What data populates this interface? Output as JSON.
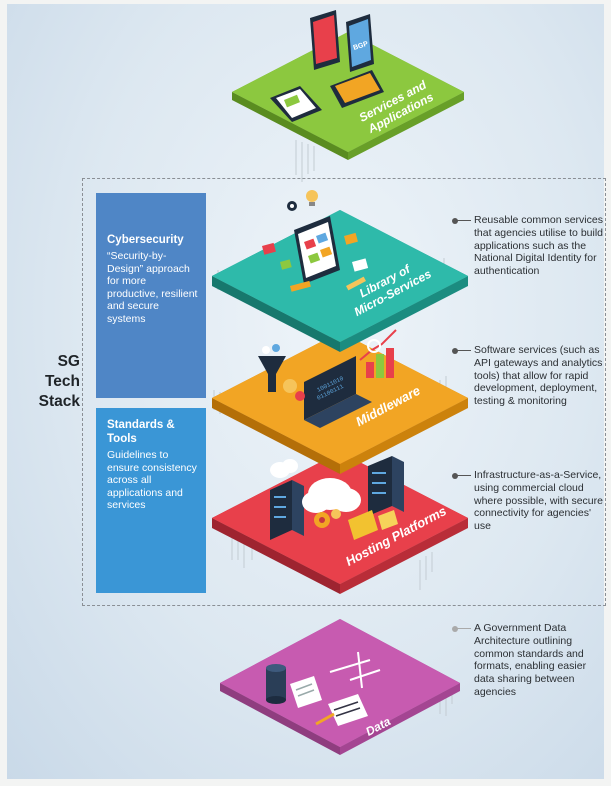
{
  "title_lines": [
    "SG",
    "Tech",
    "Stack"
  ],
  "side_panels": {
    "cybersecurity": {
      "heading": "Cybersecurity",
      "body": "“Security-by-Design” approach for more productive, resilient and secure systems"
    },
    "standards": {
      "heading": "Standards & Tools",
      "body": "Guidelines to ensure consistency across all applications and services"
    }
  },
  "layers": {
    "services": {
      "label_lines": [
        "Services and",
        "Applications"
      ],
      "color": "#8cc83f"
    },
    "library": {
      "label_lines": [
        "Library of",
        "Micro-Services"
      ],
      "color": "#2ebaaa",
      "description": "Reusable common services that agencies utilise to build applications such as the National Digital Identity for authentication"
    },
    "middleware": {
      "label_lines": [
        "Middleware"
      ],
      "color": "#f2a524",
      "description": "Software services (such as API gateways and analytics tools) that allow for rapid development, deployment, testing & monitoring"
    },
    "hosting": {
      "label_lines": [
        "Hosting Platforms"
      ],
      "color": "#e8404b",
      "description": "Infrastructure-as-a-Service, using commercial cloud where possible, with secure connectivity for agencies' use"
    },
    "data": {
      "label_lines": [
        "Data"
      ],
      "color": "#c75bb0",
      "description": "A Government Data Architecture outlining common standards and formats, enabling easier data sharing between agencies"
    }
  },
  "phone_labels": [
    "BGP"
  ],
  "icons": [
    "phone-icon",
    "gear-icon",
    "cloud-icon",
    "server-icon",
    "laptop-icon",
    "database-icon",
    "document-icon",
    "chart-icon",
    "funnel-icon",
    "lightbulb-icon"
  ]
}
